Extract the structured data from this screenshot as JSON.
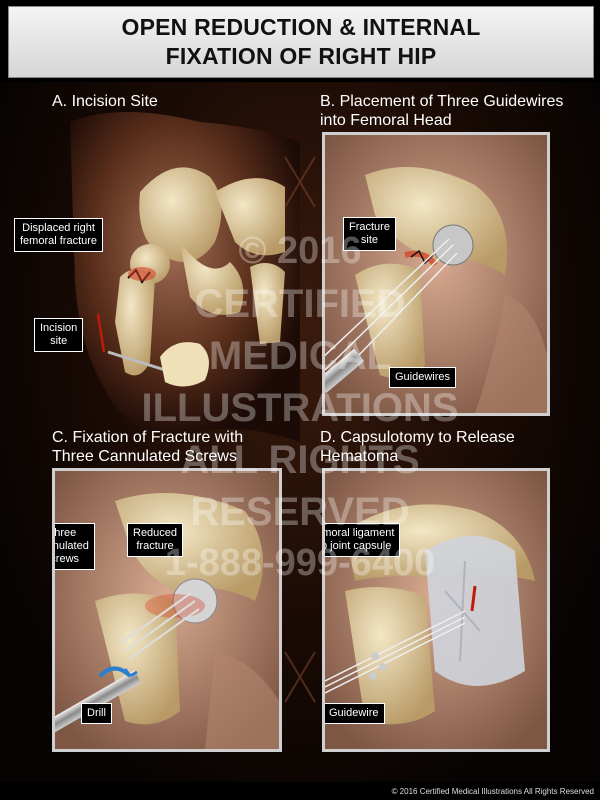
{
  "header": {
    "title_line1": "OPEN REDUCTION & INTERNAL",
    "title_line2": "FIXATION OF RIGHT HIP"
  },
  "panels": {
    "a": {
      "title": "A. Incision Site",
      "labels": {
        "fracture": "Displaced right\nfemoral fracture",
        "incision": "Incision\nsite"
      }
    },
    "b": {
      "title": "B. Placement of Three Guidewires\ninto Femoral Head",
      "labels": {
        "fracture": "Fracture\nsite",
        "guidewires": "Guidewires"
      }
    },
    "c": {
      "title": "C. Fixation of Fracture with\nThree Cannulated Screws",
      "labels": {
        "screws": "Three\ncannulated\nscrews",
        "reduced": "Reduced\nfracture",
        "drill": "Drill"
      }
    },
    "d": {
      "title": "D. Capsulotomy to Release\nHematoma",
      "labels": {
        "ligament": "Iliofemoral ligament\n& hip joint capsule",
        "guidewire": "Guidewire"
      }
    }
  },
  "watermark": {
    "line1": "© 2016",
    "line2": "CERTIFIED",
    "line3": "MEDICAL",
    "line4": "ILLUSTRATIONS",
    "line5": "ALL RIGHTS",
    "line6": "RESERVED",
    "line7": "1-888-999-6400"
  },
  "footer": {
    "copyright": "© 2016 Certified Medical Illustrations All Rights Reserved"
  },
  "colors": {
    "background": "#000000",
    "panel_border": "#cfcfcf",
    "bone": "#e8d6a8",
    "fracture": "#d63a1e",
    "skin": "#c9977a"
  }
}
